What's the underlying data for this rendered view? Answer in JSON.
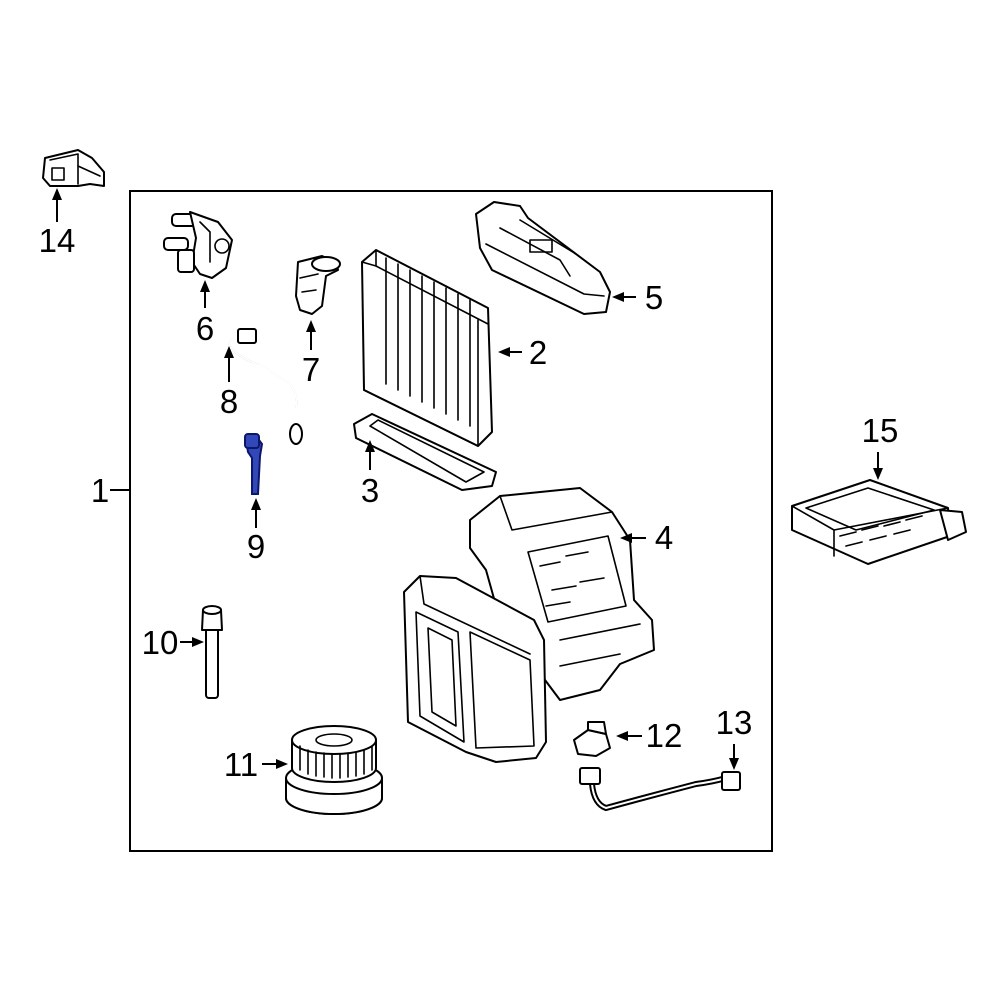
{
  "colors": {
    "highlight": "#3348b8",
    "line": "#000000",
    "background": "#ffffff"
  },
  "callouts": [
    {
      "id": "1",
      "label": "1",
      "part": "heater-ac-unit-assembly"
    },
    {
      "id": "2",
      "label": "2",
      "part": "evaporator-core"
    },
    {
      "id": "3",
      "label": "3",
      "part": "evaporator-seal"
    },
    {
      "id": "4",
      "label": "4",
      "part": "blower-case"
    },
    {
      "id": "5",
      "label": "5",
      "part": "upper-cover"
    },
    {
      "id": "6",
      "label": "6",
      "part": "expansion-valve"
    },
    {
      "id": "7",
      "label": "7",
      "part": "control-valve"
    },
    {
      "id": "8",
      "label": "8",
      "part": "temperature-sensor-harness"
    },
    {
      "id": "9",
      "label": "9",
      "part": "thermistor",
      "highlighted": true
    },
    {
      "id": "10",
      "label": "10",
      "part": "drain-hose"
    },
    {
      "id": "11",
      "label": "11",
      "part": "blower-motor"
    },
    {
      "id": "12",
      "label": "12",
      "part": "resistor"
    },
    {
      "id": "13",
      "label": "13",
      "part": "wiring-harness"
    },
    {
      "id": "14",
      "label": "14",
      "part": "clip"
    },
    {
      "id": "15",
      "label": "15",
      "part": "heater-core"
    }
  ]
}
